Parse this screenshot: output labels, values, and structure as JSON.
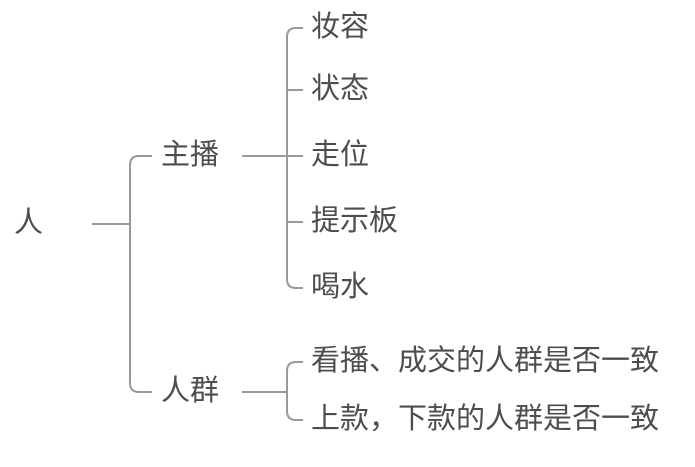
{
  "diagram": {
    "type": "tree-mindmap",
    "root": {
      "label": "人"
    },
    "branches": [
      {
        "label": "主播",
        "children": [
          {
            "label": "妆容"
          },
          {
            "label": "状态"
          },
          {
            "label": "走位"
          },
          {
            "label": "提示板"
          },
          {
            "label": "喝水"
          }
        ]
      },
      {
        "label": "人群",
        "children": [
          {
            "label": "看播、成交的人群是否一致"
          },
          {
            "label": "上款，下款的人群是否一致"
          }
        ]
      }
    ]
  },
  "colors": {
    "connector": "#999999",
    "text": "#4d4d4d",
    "background": "#ffffff"
  }
}
